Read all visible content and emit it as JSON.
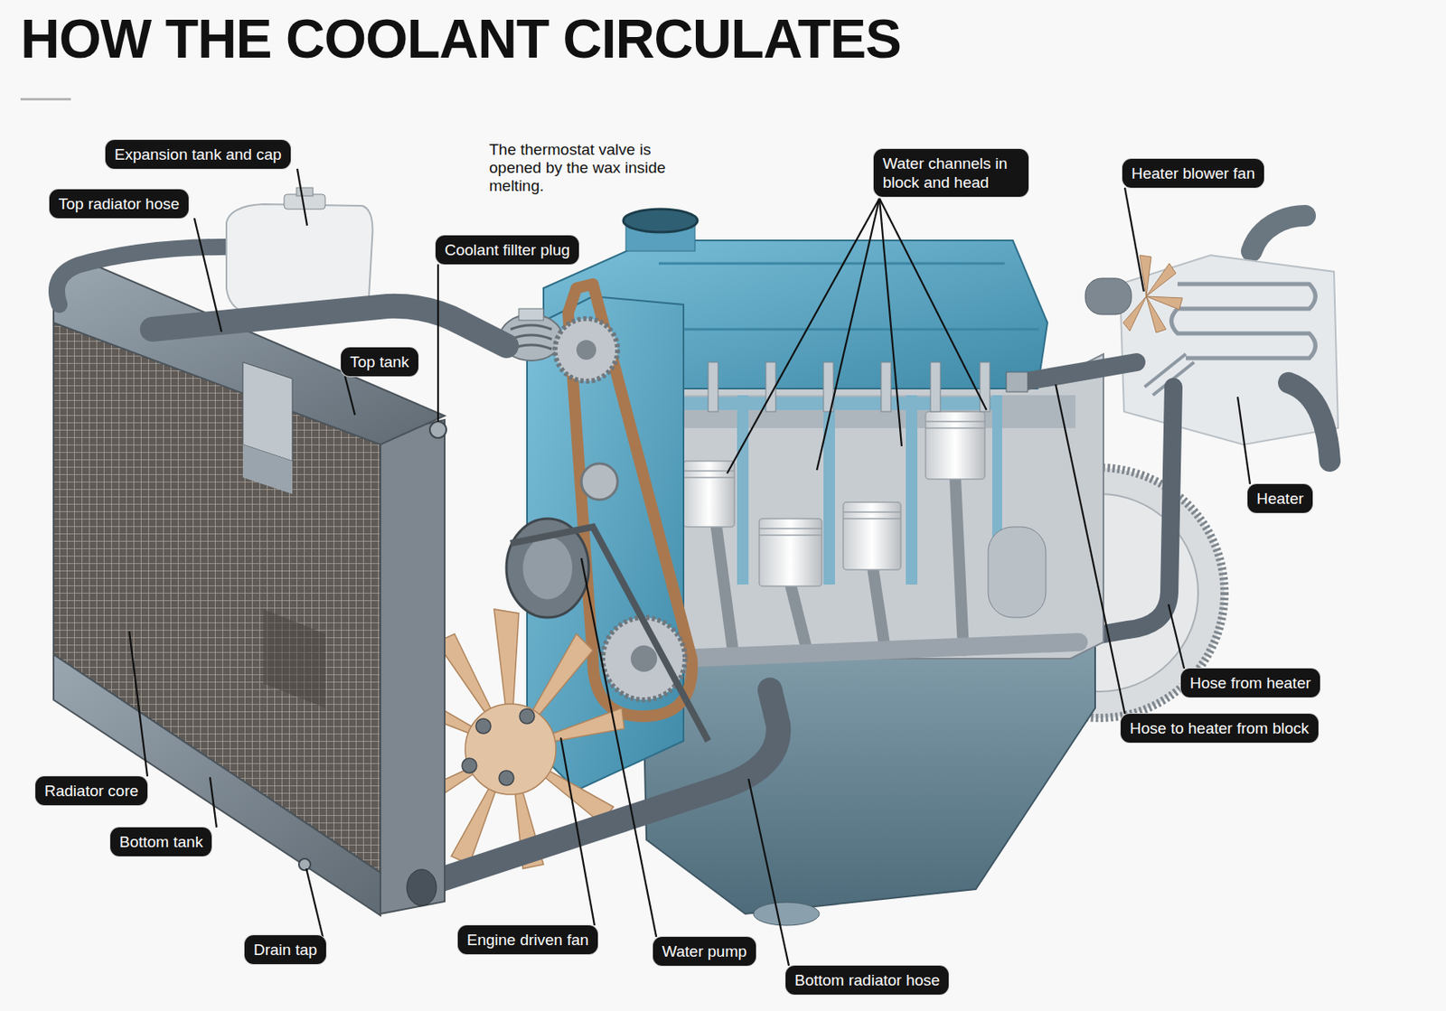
{
  "diagram": {
    "title": "HOW THE COOLANT CIRCULATES",
    "nodes": [
      {
        "text": [
          "Expansion tank and cap"
        ]
      },
      {
        "text": [
          "Top radiator hose"
        ]
      },
      {
        "text": [
          "Coolant fillter plug"
        ]
      },
      {
        "text": [
          "Water channels in block and head"
        ]
      },
      {
        "text": [
          "Heater blower fan"
        ]
      },
      {
        "text": [
          "Top tank"
        ]
      },
      {
        "text": [
          "Heater"
        ]
      },
      {
        "text": [
          "Hose from heater"
        ]
      },
      {
        "text": [
          "Hose to heater from block"
        ]
      },
      {
        "text": [
          "Radiator core"
        ]
      },
      {
        "text": [
          "Bottom tank"
        ]
      },
      {
        "text": [
          "Drain tap"
        ]
      },
      {
        "text": [
          "Engine driven fan"
        ]
      },
      {
        "text": [
          "Water pump"
        ]
      },
      {
        "text": [
          "Bottom radiator hose"
        ]
      }
    ],
    "labels": [
      "The thermostat valve is opened by the wax inside melting."
    ]
  }
}
